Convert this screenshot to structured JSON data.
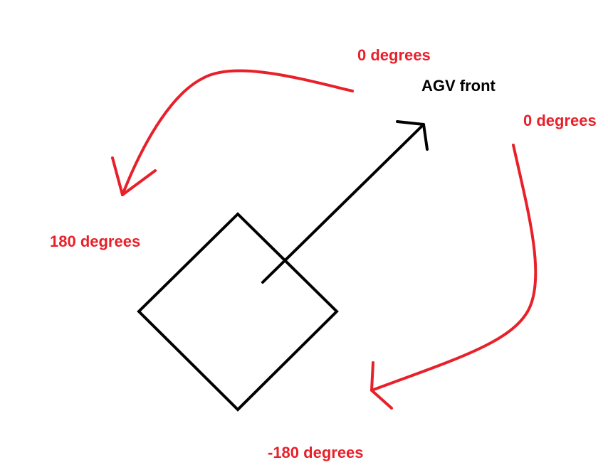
{
  "labels": {
    "top_zero": "0 degrees",
    "agv_front": "AGV front",
    "right_zero": "0 degrees",
    "left_180": "180 degrees",
    "bottom_neg180": "-180 degrees"
  },
  "colors": {
    "angle_color": "#e8202a",
    "drawing_color": "#000000",
    "background": "#ffffff"
  }
}
